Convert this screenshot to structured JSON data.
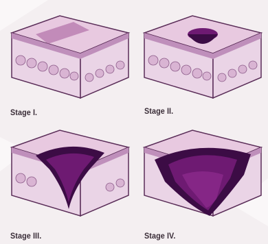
{
  "panels": [
    {
      "label": "Stage I."
    },
    {
      "label": "Stage II."
    },
    {
      "label": "Stage III."
    },
    {
      "label": "Stage IV."
    }
  ],
  "colors": {
    "background": "#f4eff1",
    "epidermis_top": "#e8c9e0",
    "epidermis_side": "#bf8fbb",
    "dermis": "#ead4e6",
    "fat_cells": "#d9b4d3",
    "outline": "#5a2d58",
    "wound": "#6e1a72",
    "wound_dark": "#3c0c45"
  }
}
